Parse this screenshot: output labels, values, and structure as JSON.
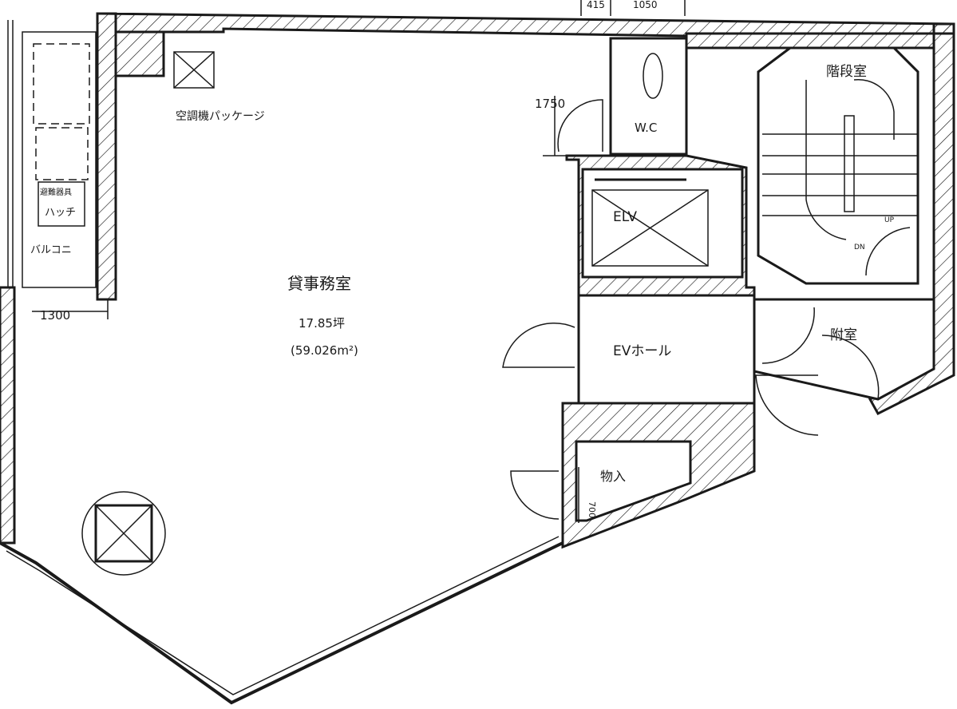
{
  "rooms": {
    "office_name": "貸事務室",
    "office_area_tsubo": "17.85坪",
    "office_area_m2": "(59.026m²)",
    "aircon": "空調機パッケージ",
    "escape_hatch_top": "避難器具",
    "escape_hatch": "ハッチ",
    "balcony": "バルコニ",
    "wc": "W.C",
    "stairs": "階段室",
    "elevator": "ELV",
    "ev_hall": "EVホール",
    "vestibule": "附室",
    "storage": "物入",
    "up": "UP",
    "down": "DN"
  },
  "dimensions": {
    "balcony_width": "1300",
    "toilet_depth": "1750",
    "storage_depth": "700",
    "top_a": "415",
    "top_b": "1050"
  },
  "colors": {
    "ink": "#1a1a1a",
    "paper": "#ffffff"
  }
}
